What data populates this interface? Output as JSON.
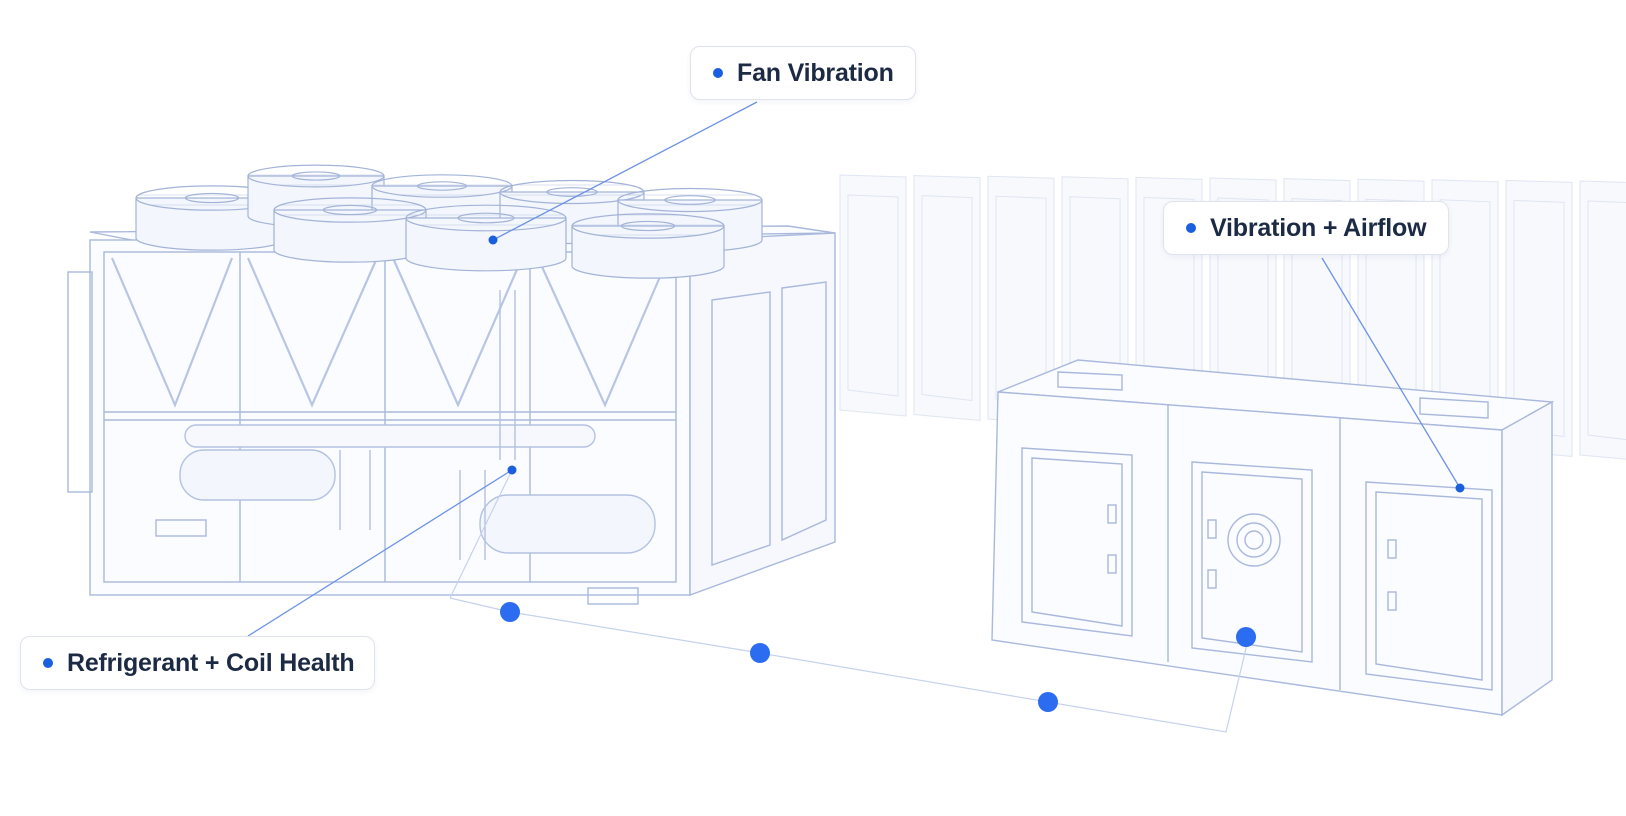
{
  "callouts": {
    "fan_vibration": {
      "label": "Fan Vibration"
    },
    "vibration_airflow": {
      "label": "Vibration + Airflow"
    },
    "refrigerant_coil": {
      "label": "Refrigerant + Coil Health"
    }
  },
  "colors": {
    "accent": "#1a5fe0",
    "wireframe": "#a9b8dc",
    "wireframe_light": "#dde4f3",
    "text": "#1c2a44"
  }
}
